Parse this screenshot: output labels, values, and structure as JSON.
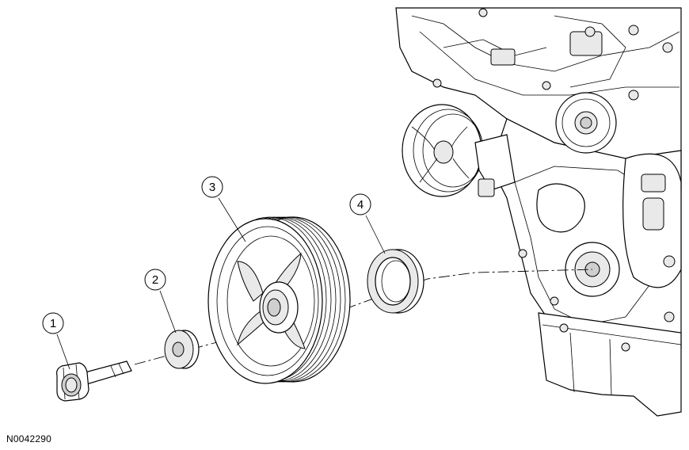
{
  "figure": {
    "id_label": "N0042290",
    "callouts": [
      {
        "number": "1",
        "part": "crankshaft-pulley-bolt"
      },
      {
        "number": "2",
        "part": "washer"
      },
      {
        "number": "3",
        "part": "crankshaft-pulley"
      },
      {
        "number": "4",
        "part": "front-crankshaft-seal"
      }
    ]
  }
}
